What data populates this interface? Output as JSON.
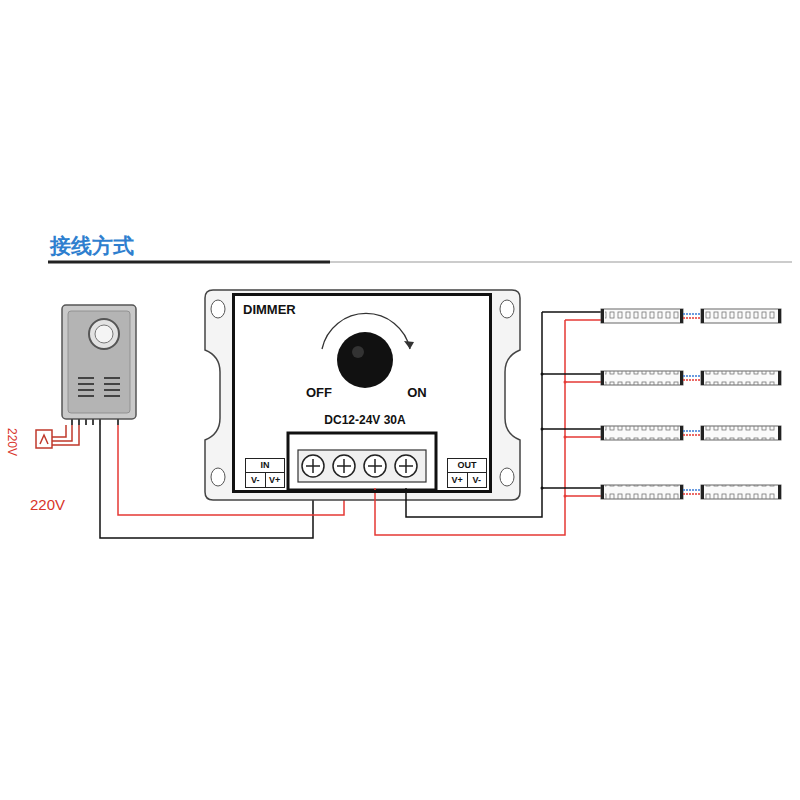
{
  "diagram": {
    "title": "接线方式",
    "nodes": [
      {
        "text": [
          "DIMMER",
          "OFF",
          "ON",
          "DC12-24V 30A"
        ]
      },
      {
        "text": [
          "IN",
          "V-",
          "V+"
        ],
        "in": 0
      },
      {
        "text": [
          "OUT",
          "V+",
          "V-"
        ],
        "in": 0
      }
    ],
    "labels": [
      "220V",
      "220V"
    ]
  }
}
